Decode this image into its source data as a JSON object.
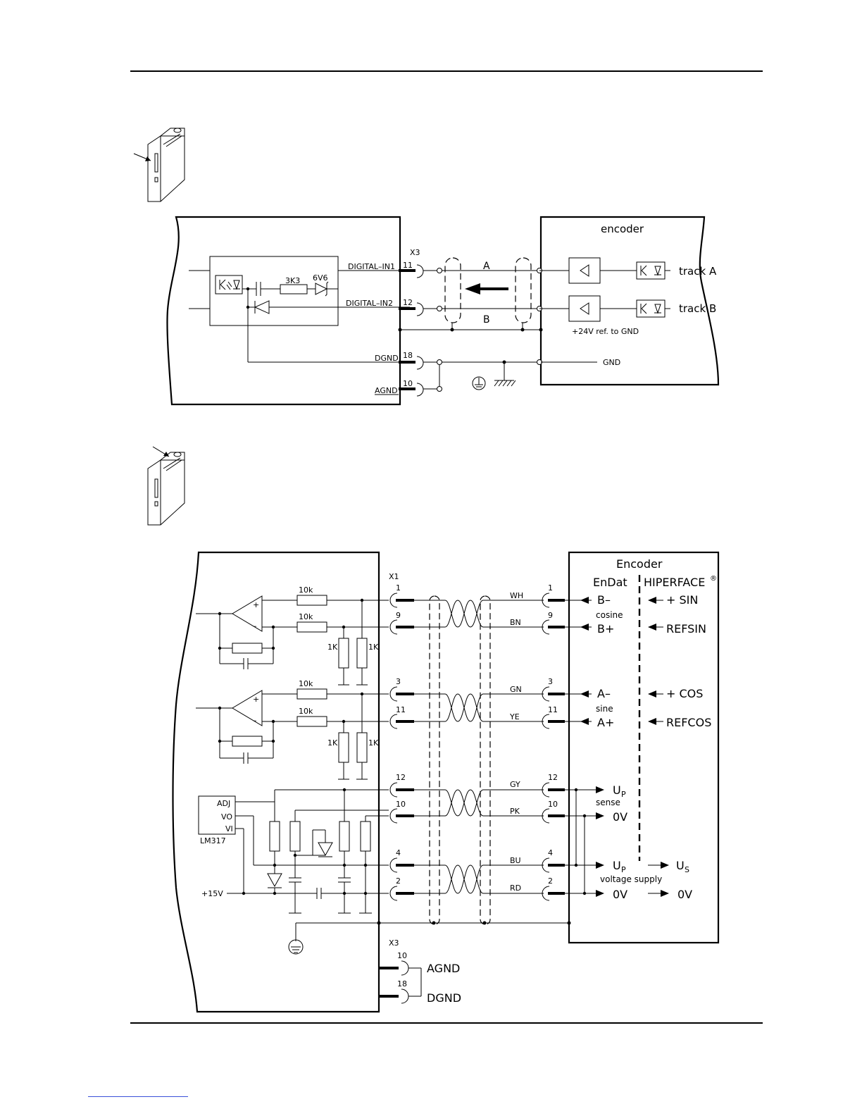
{
  "diagram1": {
    "connector": "X3",
    "pins": {
      "in1": "11",
      "in2": "12",
      "dgnd": "18",
      "agnd": "10"
    },
    "signals": {
      "in1": "DIGITAL–IN1",
      "in2": "DIGITAL–IN2",
      "dgnd": "DGND",
      "agnd": "AGND"
    },
    "components": {
      "resistor": "3K3",
      "zener": "6V6"
    },
    "cable": {
      "a": "A",
      "b": "B"
    },
    "encoder": {
      "title": "encoder",
      "track_a": "track  A",
      "track_b": "track  B",
      "supply": "+24V  ref.  to  GND",
      "gnd": "GND"
    }
  },
  "diagram2": {
    "connector": "X1",
    "connector2": "X3",
    "encoder": {
      "title": "Encoder",
      "endat": "EnDat",
      "hiperface": "HIPERFACE",
      "reg": "®"
    },
    "resistors": {
      "r10k": "10k",
      "r1k": "1K"
    },
    "regulator": {
      "adj": "ADJ",
      "vo": "VO",
      "vi": "VI",
      "name": "LM317"
    },
    "supply": "+15V",
    "rows": [
      {
        "pin": "1",
        "wire": "WH",
        "endat": "B–",
        "hiper": "+  SIN"
      },
      {
        "pin": "9",
        "wire": "BN",
        "endat": "B+",
        "hiper": "REFSIN"
      },
      {
        "pin": "3",
        "wire": "GN",
        "endat": "A–",
        "hiper": "+  COS"
      },
      {
        "pin": "11",
        "wire": "YE",
        "endat": "A+",
        "hiper": "REFCOS"
      },
      {
        "pin": "12",
        "wire": "GY",
        "endat": "U",
        "endat_sub": "P"
      },
      {
        "pin": "10",
        "wire": "PK",
        "endat": "0V"
      },
      {
        "pin": "4",
        "wire": "BU",
        "endat": "U",
        "endat_sub": "P",
        "hiper": "U",
        "hiper_sub": "S"
      },
      {
        "pin": "2",
        "wire": "RD",
        "endat": "0V",
        "hiper": "0V"
      }
    ],
    "labels": {
      "cosine": "cosine",
      "sine": "sine",
      "sense": "sense",
      "voltage_supply": "voltage  supply"
    },
    "x3_pins": [
      {
        "pin": "10",
        "label": "AGND"
      },
      {
        "pin": "18",
        "label": "DGND"
      }
    ]
  }
}
